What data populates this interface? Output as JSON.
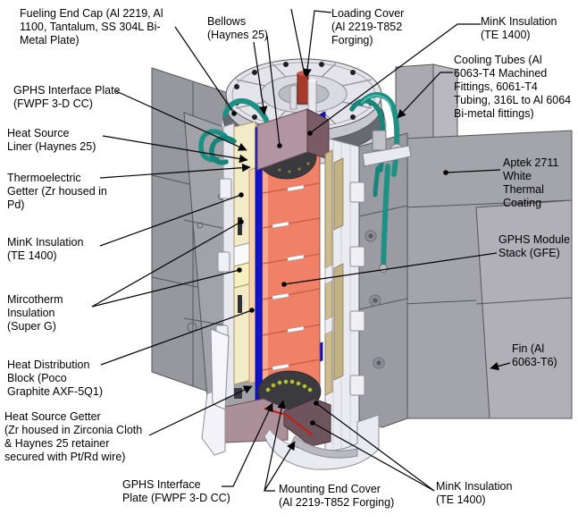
{
  "figure": {
    "labels": [
      {
        "id": "fueling-end-cap",
        "text": "Fueling End Cap (Al 2219, Al\n1100, Tantalum, SS 304L Bi-\nMetal Plate)"
      },
      {
        "id": "bellows",
        "text": "Bellows\n(Haynes 25)"
      },
      {
        "id": "loading-cover",
        "text": "Loading Cover\n(Al 2219-T852\nForging)"
      },
      {
        "id": "mink-insulation-top",
        "text": "MinK Insulation\n(TE 1400)"
      },
      {
        "id": "cooling-tubes",
        "text": "Cooling Tubes (Al\n6063-T4 Machined\nFittings, 6061-T4\nTubing, 316L to Al 6064\nBi-metal fittings)"
      },
      {
        "id": "gphs-interface-plate-top",
        "text": "GPHS Interface Plate\n(FWPF 3-D CC)"
      },
      {
        "id": "heat-source-liner",
        "text": "Heat Source\nLiner (Haynes 25)"
      },
      {
        "id": "thermoelectric-getter",
        "text": "Thermoelectric\nGetter (Zr housed in\nPd)"
      },
      {
        "id": "mink-insulation-left",
        "text": "MinK Insulation\n(TE 1400)"
      },
      {
        "id": "mircotherm-insulation",
        "text": "Mircotherm\nInsulation\n(Super G)"
      },
      {
        "id": "heat-distribution-block",
        "text": "Heat Distribution\nBlock (Poco\nGraphite AXF-5Q1)"
      },
      {
        "id": "heat-source-getter",
        "text": "Heat Source Getter\n(Zr housed in Zirconia Cloth\n& Haynes 25 retainer\nsecured with Pt/Rd wire)"
      },
      {
        "id": "gphs-interface-plate-bottom",
        "text": "GPHS Interface\nPlate (FWPF 3-D CC)"
      },
      {
        "id": "mounting-end-cover",
        "text": "Mounting End Cover\n(Al 2219-T852 Forging)"
      },
      {
        "id": "mink-insulation-bottom",
        "text": "MinK Insulation\n(TE 1400)"
      },
      {
        "id": "aptek-coating",
        "text": "Aptek 2711\nWhite\nThermal\nCoating"
      },
      {
        "id": "gphs-module-stack",
        "text": "GPHS Module\nStack (GFE)"
      },
      {
        "id": "fin",
        "text": "Fin (Al\n6063-T6)"
      }
    ],
    "colors": {
      "background": "#ffffff",
      "fin_gray": "#a4a4ab",
      "module_stack_orange": "#f08167",
      "insulation_cream": "#f3ebc7",
      "insulation_tan": "#cdbc90",
      "cooling_tube_teal": "#1d9183",
      "liner_blue": "#1212c8",
      "end_block_mauve": "#b295a1",
      "interface_plate_dark": "#3a3a3f",
      "getter_yellow_green": "#b9c232",
      "red_accent": "#c32015",
      "leader_line": "#000000"
    }
  }
}
